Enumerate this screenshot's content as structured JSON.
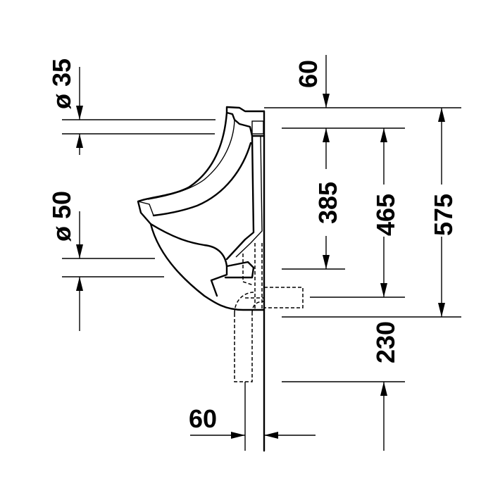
{
  "drawing": {
    "dimensions": {
      "pipe_top_diameter": "ø 35",
      "pipe_side_diameter": "ø 50",
      "top_offset": "60",
      "inlet_height": "385",
      "outlet_height": "465",
      "total_height": "575",
      "drain_height": "230",
      "wall_offset": "60"
    },
    "colors": {
      "line": "#000000",
      "background": "#ffffff"
    }
  }
}
